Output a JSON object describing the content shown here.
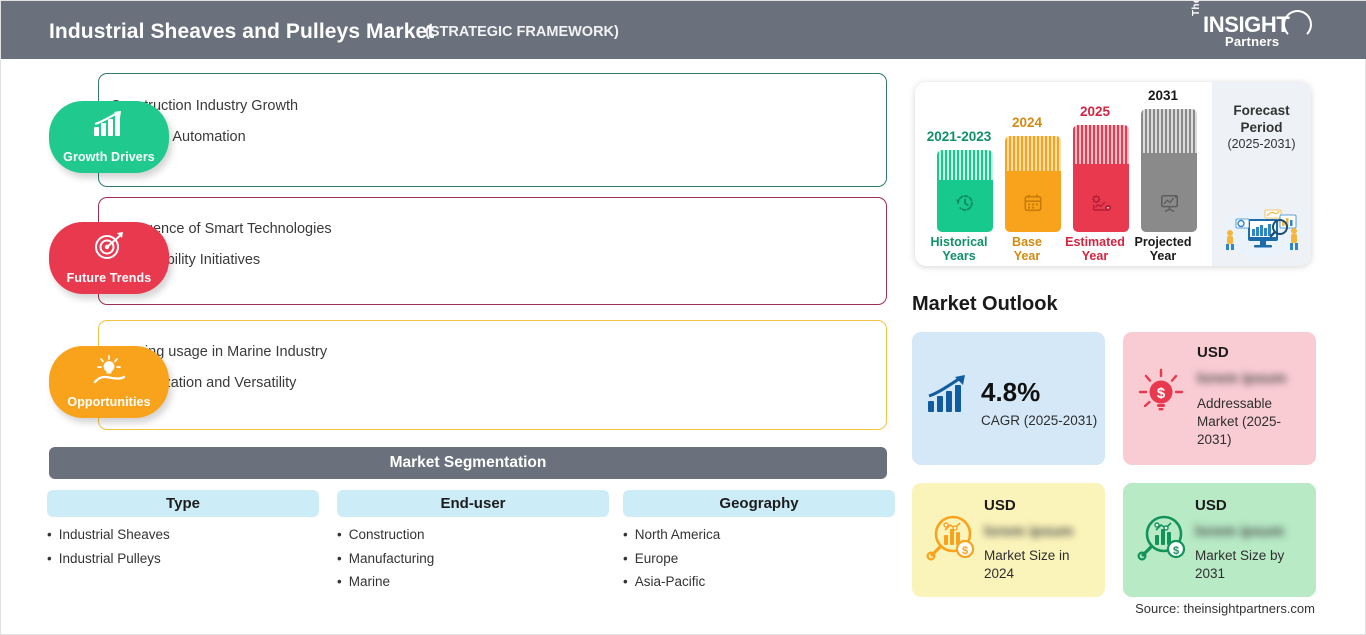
{
  "header": {
    "title": "Industrial Sheaves and Pulleys Market",
    "subtitle": "(STRATEGIC FRAMEWORK)",
    "background_color": "#6a717c",
    "logo": {
      "the": "The",
      "insight": "INSIGHT",
      "partners": "Partners",
      "icon": "circle-swoosh-icon"
    }
  },
  "drivers": [
    {
      "label": "Growth Drivers",
      "icon": "bar-chart-growth-icon",
      "color": "#20c98d",
      "border_color": "#2f7a72",
      "items": [
        "Construction Industry Growth",
        "Industrial Automation"
      ]
    },
    {
      "label": "Future Trends",
      "icon": "target-dartboard-icon",
      "color": "#e8394f",
      "border_color": "#9d3050",
      "items": [
        "Emergence of Smart Technologies",
        "Sustainability Initiatives"
      ]
    },
    {
      "label": "Opportunities",
      "icon": "lightbulb-hand-icon",
      "color": "#f9a31c",
      "border_color": "#f2c345",
      "items": [
        "Growing usage in Marine Industry",
        "Customization and Versatility"
      ]
    }
  ],
  "segmentation": {
    "title": "Market Segmentation",
    "columns": [
      {
        "label": "Type",
        "items": [
          "Industrial Sheaves",
          "Industrial Pulleys"
        ]
      },
      {
        "label": "End-user",
        "items": [
          "Construction",
          "Manufacturing",
          "Marine"
        ]
      },
      {
        "label": "Geography",
        "items": [
          "North America",
          "Europe",
          "Asia-Pacific"
        ]
      }
    ]
  },
  "timeline": {
    "bars": [
      {
        "year": "2021-2023",
        "caption_line1": "Historical",
        "caption_line2": "Years",
        "color": "#17c98c",
        "icon": "clock-rewind-icon"
      },
      {
        "year": "2024",
        "caption_line1": "Base",
        "caption_line2": "Year",
        "color": "#f9a31c",
        "icon": "calendar-icon"
      },
      {
        "year": "2025",
        "caption_line1": "Estimated",
        "caption_line2": "Year",
        "color": "#e8394f",
        "icon": "gear-chart-icon"
      },
      {
        "year": "2031",
        "caption_line1": "Projected",
        "caption_line2": "Year",
        "color": "#8a8a8a",
        "icon": "presentation-monitor-icon"
      }
    ],
    "forecast_title_line1": "Forecast",
    "forecast_title_line2": "Period",
    "forecast_years": "(2025-2031)",
    "illustration": "analytics-dashboard-illustration"
  },
  "outlook": {
    "title": "Market Outlook",
    "cards": [
      {
        "value": "4.8%",
        "usd": "",
        "blurred": "",
        "caption": "CAGR (2025-2031)",
        "icon": "bar-chart-arrow-icon",
        "bg": "#d5e8f7",
        "icon_color": "#0f5d9e"
      },
      {
        "value": "",
        "usd": "USD",
        "blurred": "lorem ipsum",
        "caption": "Addressable Market (2025-2031)",
        "icon": "lightbulb-dollar-icon",
        "bg": "#f9ccd3",
        "icon_color": "#e8394f"
      },
      {
        "value": "",
        "usd": "USD",
        "blurred": "lorem ipsum",
        "caption": "Market Size in 2024",
        "icon": "magnifier-chart-dollar-icon",
        "bg": "#fbf4ba",
        "icon_color": "#f9a31c"
      },
      {
        "value": "",
        "usd": "USD",
        "blurred": "lorem ipsum",
        "caption": "Market Size by 2031",
        "icon": "magnifier-chart-dollar-icon",
        "bg": "#b7eac5",
        "icon_color": "#12935a"
      }
    ]
  },
  "source": "Source: theinsightpartners.com"
}
